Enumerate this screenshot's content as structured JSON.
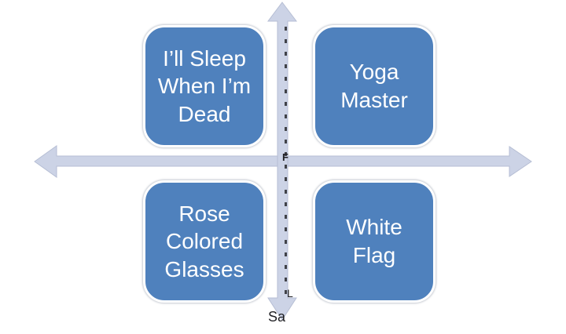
{
  "diagram": {
    "type": "quadrant-matrix",
    "boxes": {
      "top_left": {
        "label": "I’ll Sleep When I’m Dead",
        "lines": [
          "I’ll Sleep",
          "When I’m",
          "Dead"
        ]
      },
      "top_right": {
        "label": "Yoga Master",
        "lines": [
          "Yoga",
          "Master"
        ]
      },
      "bottom_left": {
        "label": "Rose Colored Glasses",
        "lines": [
          "Rose",
          "Colored",
          "Glasses"
        ]
      },
      "bottom_right": {
        "label": "White Flag",
        "lines": [
          "White",
          "Flag"
        ]
      }
    },
    "axis_fragments": {
      "center_glyph": "F",
      "side_glyph": "L",
      "bottom_text": "Sa"
    }
  },
  "colors": {
    "box_fill": "#4f81bd",
    "box_text": "#ffffff",
    "box_border": "#ffffff",
    "arrow_fill": "#ccd3e6",
    "arrow_outline": "#b6bed4"
  }
}
